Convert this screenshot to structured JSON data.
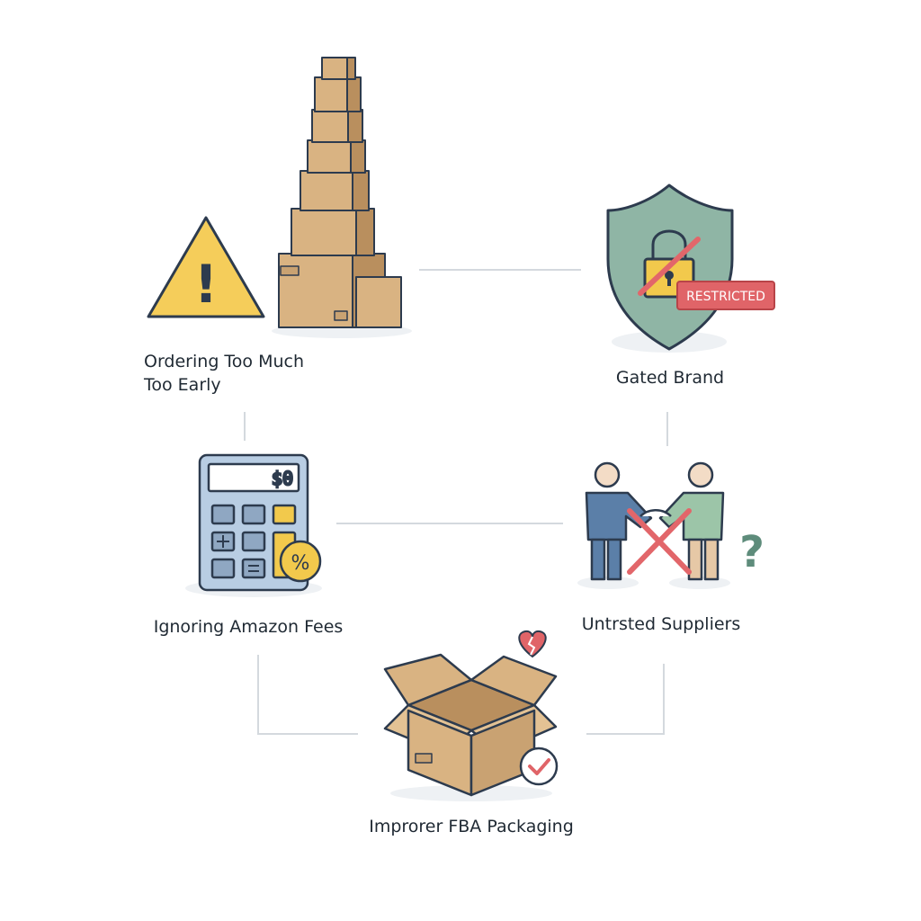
{
  "diagram": {
    "nodes": [
      {
        "id": "ordering",
        "label_lines": [
          "Ordering Too Much",
          "Too Early"
        ],
        "icon": "stacked-boxes-warning"
      },
      {
        "id": "gated",
        "label": "Gated Brand",
        "icon": "shield-padlock",
        "stamp": "RESTRICTED"
      },
      {
        "id": "fees",
        "label": "Ignoring Amazon Fees",
        "icon": "calculator",
        "display": "$0",
        "badge": "%"
      },
      {
        "id": "suppliers",
        "label": "Untrsted Suppliers",
        "icon": "handshake-crossed",
        "mark": "?"
      },
      {
        "id": "packaging",
        "label": "Improrer FBA Packaging",
        "icon": "open-box-broken-heart"
      }
    ],
    "colors": {
      "box": "#d9b382",
      "box_dark": "#b98f5e",
      "outline": "#2d3b4e",
      "warning": "#f5cd5a",
      "shield": "#8fb5a5",
      "restricted": "#e06468",
      "cross": "#e2666a",
      "calc_body": "#b8cde3",
      "person_blue": "#5b7fa8",
      "person_green": "#9cc5a8",
      "connector": "#d4d9de"
    }
  }
}
